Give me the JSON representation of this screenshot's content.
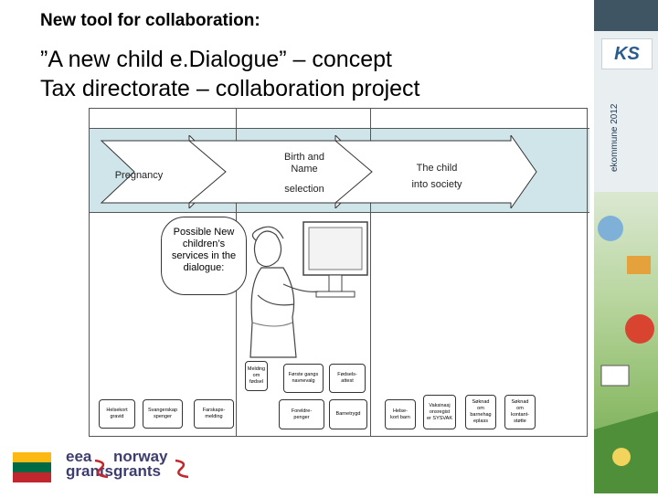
{
  "slide": {
    "heading": "New tool for collaboration:",
    "title_line1": "”A new child e.Dialogue” – concept",
    "title_line2": "Tax directorate – collaboration project"
  },
  "sidebar": {
    "logo_text": "KS",
    "vertical_text": "ekommune 2012"
  },
  "timeline": {
    "stage1": "Pregnancy",
    "stage2_line1": "Birth and",
    "stage2_line2": "Name",
    "stage2_line3": "selection",
    "stage3_line1": "The child",
    "stage3_line2": "into society"
  },
  "bubble": {
    "line1": "Possible New",
    "line2": "children’s",
    "line3": "services in the",
    "line4": "dialogue:"
  },
  "services": [
    {
      "line1": "Melding",
      "line2": "om",
      "line3": "fødsel"
    },
    {
      "line1": "Første gangs",
      "line2": "navnevalg",
      "line3": ""
    },
    {
      "line1": "Fødsels-",
      "line2": "attest",
      "line3": ""
    },
    {
      "line1": "Helsekort",
      "line2": "gravid",
      "line3": ""
    },
    {
      "line1": "Svangerskap",
      "line2": "spenger",
      "line3": ""
    },
    {
      "line1": "Farskaps-",
      "line2": "melding",
      "line3": ""
    },
    {
      "line1": "Foreldre-",
      "line2": "penger",
      "line3": ""
    },
    {
      "line1": "Barnetrygd",
      "line2": "",
      "line3": ""
    },
    {
      "line1": "Helse-",
      "line2": "kort barn",
      "line3": ""
    },
    {
      "line1": "Vaksinasj",
      "line2": "onsregist",
      "line3": "er SYSVAK"
    },
    {
      "line1": "Søknad",
      "line2": "om",
      "line3": "barnehag eplass"
    },
    {
      "line1": "Søknad",
      "line2": "om",
      "line3": "kontant-støtte"
    }
  ],
  "footer": {
    "brand1_line1": "eea",
    "brand1_line2": "grants",
    "brand2_line1": "norway",
    "brand2_line2": "grants"
  },
  "colors": {
    "band": "#cfe5ea",
    "arrow_fill": "#ffffff",
    "flag_yellow": "#fdb913",
    "flag_green": "#006a44",
    "flag_red": "#c1272d",
    "brand": "#3d3d70"
  }
}
